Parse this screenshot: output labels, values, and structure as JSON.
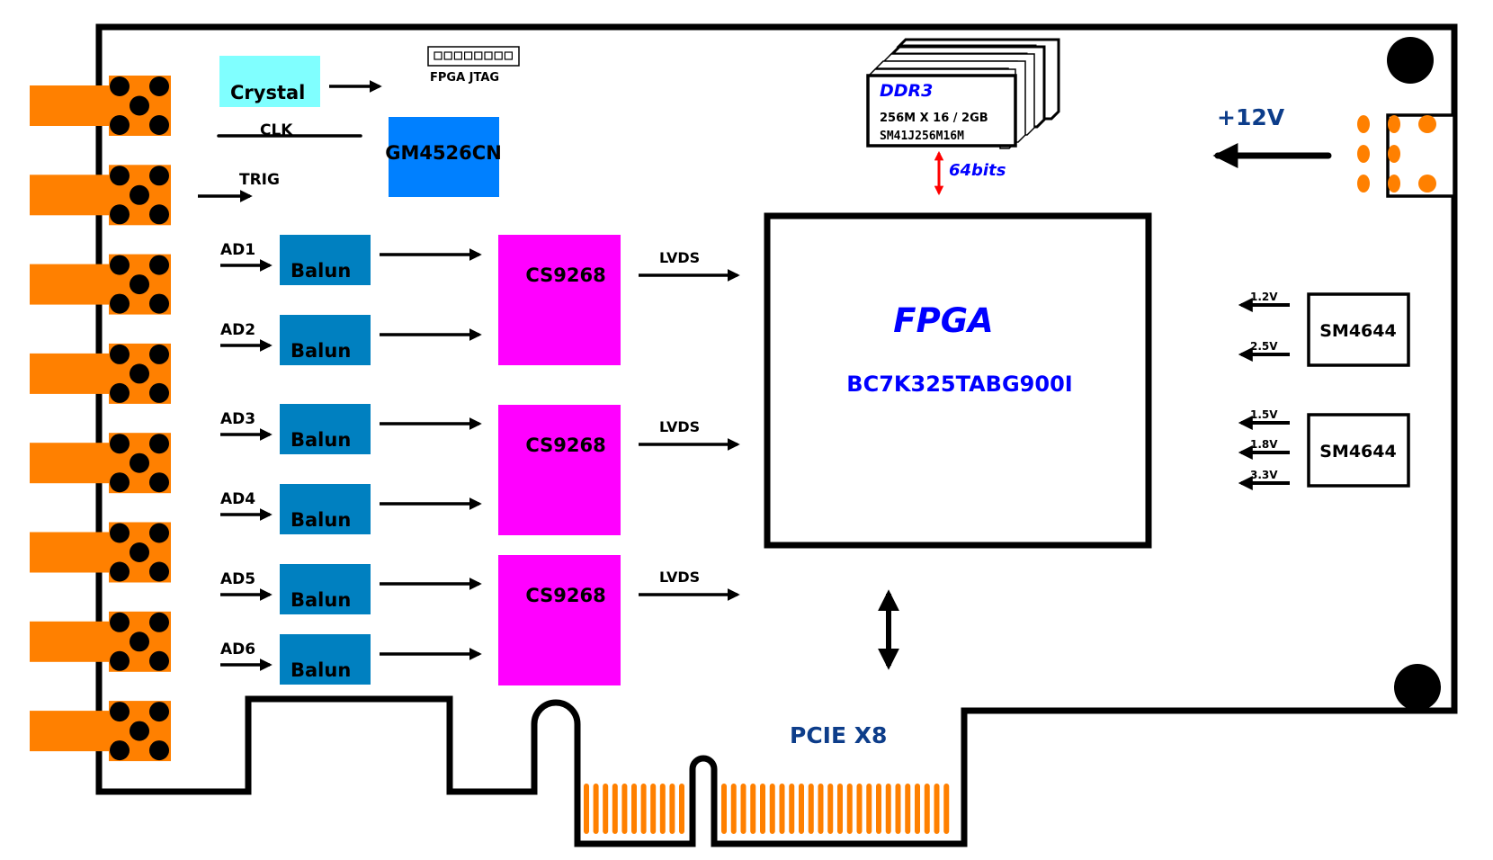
{
  "title": "PCIe data acquisition card block diagram",
  "colors": {
    "connector": "#ff8000",
    "crystal": "#80ffff",
    "clock_chip": "#0080ff",
    "balun": "#0080c0",
    "adc": "#ff00ff",
    "fpga_text": "#0000ff",
    "power_text": "#0d3d8a",
    "ddr_arrow": "#ff0000",
    "ink": "#000000"
  },
  "clock": {
    "crystal_label": "Crystal",
    "clk_label": "CLK",
    "trig_label": "TRIG",
    "chip_label": "GM4526CN"
  },
  "jtag": {
    "label": "FPGA JTAG",
    "pin_count": 8
  },
  "ddr": {
    "title": "DDR3",
    "spec": "256M X 16 / 2GB",
    "part": "SM41J256M16M",
    "bus_label": "64bits"
  },
  "power_in": {
    "label": "+12V"
  },
  "channels": [
    {
      "input": "AD1",
      "balun": "Balun"
    },
    {
      "input": "AD2",
      "balun": "Balun"
    },
    {
      "input": "AD3",
      "balun": "Balun"
    },
    {
      "input": "AD4",
      "balun": "Balun"
    },
    {
      "input": "AD5",
      "balun": "Balun"
    },
    {
      "input": "AD6",
      "balun": "Balun"
    }
  ],
  "adcs": [
    {
      "label": "CS9268",
      "link": "LVDS"
    },
    {
      "label": "CS9268",
      "link": "LVDS"
    },
    {
      "label": "CS9268",
      "link": "LVDS"
    }
  ],
  "fpga": {
    "title": "FPGA",
    "part": "BC7K325TABG900I"
  },
  "regulators": [
    {
      "label": "SM4644",
      "rails": [
        "1.2V",
        "2.5V"
      ]
    },
    {
      "label": "SM4644",
      "rails": [
        "1.5V",
        "1.8V",
        "3.3V"
      ]
    }
  ],
  "pcie": {
    "label": "PCIE X8",
    "left_fingers": 11,
    "right_fingers": 24
  },
  "sma_connector_count": 8
}
